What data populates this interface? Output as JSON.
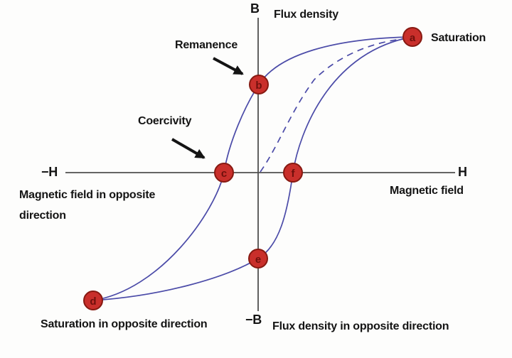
{
  "diagram": {
    "type": "magnetic-hysteresis-loop",
    "curve_style": {
      "main_loop": "solid",
      "initial_magnetization": "dashed"
    }
  },
  "colors": {
    "curve_blue": "#4b4ba8",
    "point_fill_red": "#c92f2b",
    "point_outline_red": "#871a12",
    "point_letter_red": "#6f100c",
    "axis_gray": "#4f4f4f",
    "text_black": "#141414",
    "background": "#fdfdfc"
  },
  "axis_labels": {
    "b": "B",
    "neg_b": "−B",
    "h": "H",
    "neg_h": "−H",
    "flux_density": "Flux density",
    "flux_density_opposite": "Flux density in opposite direction",
    "magnetic_field": "Magnetic field",
    "magnetic_field_opposite": "Magnetic field in opposite direction"
  },
  "annotations": {
    "remanence": "Remanence",
    "coercivity": "Coercivity",
    "saturation": "Saturation",
    "saturation_opposite": "Saturation in opposite direction"
  },
  "points": [
    {
      "label": "a",
      "meaning": "Saturation"
    },
    {
      "label": "b",
      "meaning": "Remanence"
    },
    {
      "label": "c",
      "meaning": "Coercivity"
    },
    {
      "label": "d",
      "meaning": "Saturation in opposite direction"
    },
    {
      "label": "e",
      "meaning": ""
    },
    {
      "label": "f",
      "meaning": ""
    }
  ]
}
